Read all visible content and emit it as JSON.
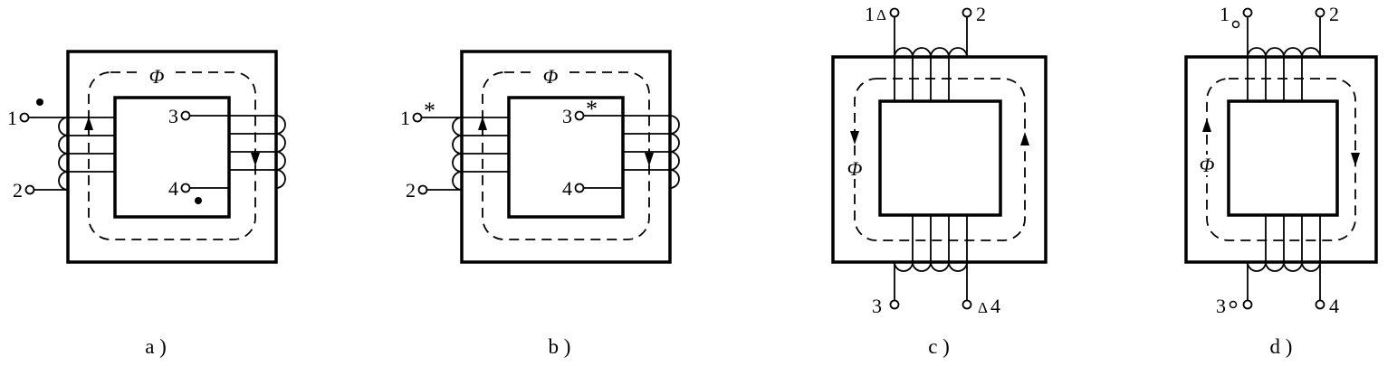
{
  "figures": [
    {
      "caption": "a )",
      "flux_label": "Φ",
      "terminals": {
        "t1": "1",
        "t2": "2",
        "t3": "3",
        "t4": "4"
      },
      "polarity": {
        "type": "dot",
        "marked_terminals": [
          "1",
          "4"
        ]
      }
    },
    {
      "caption": "b )",
      "flux_label": "Φ",
      "terminals": {
        "t1": "1",
        "t2": "2",
        "t3": "3",
        "t4": "4"
      },
      "polarity": {
        "type": "asterisk",
        "mark": "*",
        "marked_terminals": [
          "1",
          "3"
        ]
      }
    },
    {
      "caption": "c )",
      "flux_label": "Φ",
      "terminals": {
        "t1": "1",
        "t2": "2",
        "t3": "3",
        "t4": "4"
      },
      "polarity": {
        "type": "triangle",
        "mark": "Δ",
        "marked_terminals": [
          "1",
          "4"
        ]
      }
    },
    {
      "caption": "d )",
      "flux_label": "Φ",
      "terminals": {
        "t1": "1",
        "t2": "2",
        "t3": "3",
        "t4": "4"
      },
      "polarity": {
        "type": "small-circle",
        "marked_terminals": [
          "1",
          "3"
        ]
      }
    }
  ],
  "colors": {
    "line": "#000000",
    "background": "#ffffff"
  }
}
